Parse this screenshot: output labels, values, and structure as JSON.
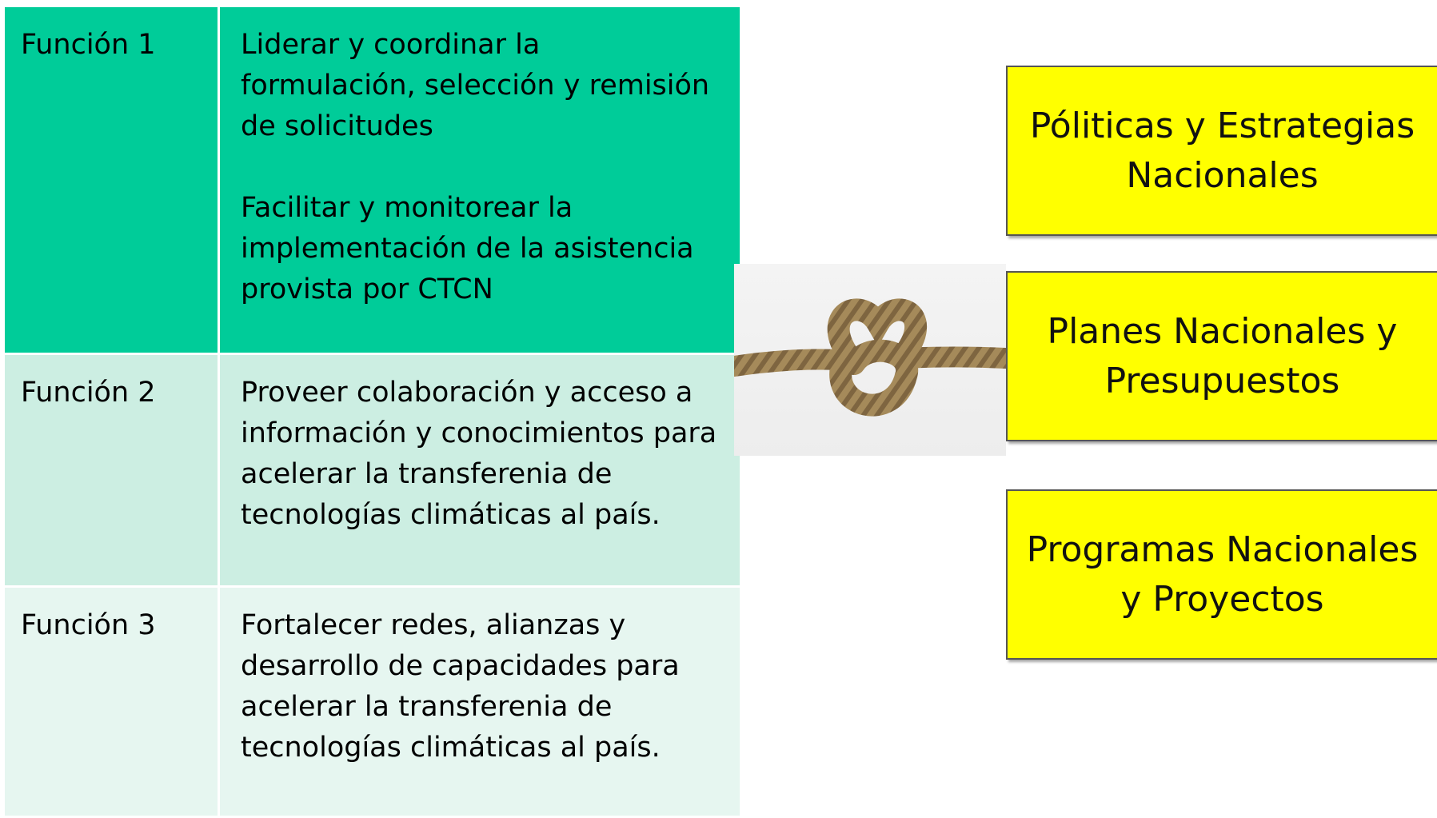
{
  "functions": [
    {
      "name": "Función 1",
      "paragraphs": [
        "Liderar y coordinar la formulación, selección y remisión de solicitudes",
        "Facilitar y monitorear la implementación de la asistencia provista por CTCN"
      ]
    },
    {
      "name": "Función 2",
      "paragraphs": [
        "Proveer colaboración y acceso a información y conocimientos para acelerar la transferenia de tecnologías climáticas al país."
      ]
    },
    {
      "name": "Función 3",
      "paragraphs": [
        "Fortalecer redes, alianzas y desarrollo de capacidades para acelerar la transferenia de tecnologías climáticas al país."
      ]
    }
  ],
  "boxes": [
    "Póliticas y Estrategias Nacionales",
    "Planes Nacionales y Presupuestos",
    "Programas Nacionales y Proyectos"
  ],
  "colors": {
    "row1": "#00cc99",
    "row2": "#cceee2",
    "row3": "#e6f6f0",
    "box": "#ffff00"
  },
  "image": "rope-knot"
}
